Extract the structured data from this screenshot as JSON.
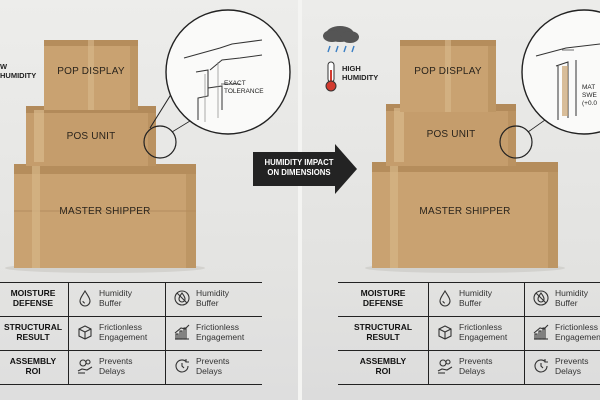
{
  "left": {
    "env_label": "W\nHUMIDITY",
    "boxes": {
      "top": "POP\nDISPLAY",
      "middle": "POS UNIT",
      "bottom": "MASTER SHIPPER"
    },
    "callout": "EXACT\nTOLERANCE"
  },
  "right": {
    "env_label": "HIGH\nHUMIDITY",
    "boxes": {
      "top": "POP\nDISPLAY",
      "middle": "POS UNIT",
      "bottom": "MASTER SHIPPER"
    },
    "callout": "MAT\nSWE\n(+0.0"
  },
  "transition": {
    "label": "HUMIDITY IMPACT\nON DIMENSIONS"
  },
  "table": {
    "rows": [
      {
        "header": "MOISTURE\nDEFENSE",
        "a": "Humidity\nBuffer",
        "b": "Humidity\nBuffer",
        "a_icon": "droplet-icon",
        "b_icon": "no-humidity-icon"
      },
      {
        "header": "STRUCTURAL\nRESULT",
        "a": "Frictionless\nEngagement",
        "b": "Frictionless\nEngagement",
        "a_icon": "cube-icon",
        "b_icon": "growth-chart-icon"
      },
      {
        "header": "ASSEMBLY\nROI",
        "a": "Prevents\nDelays",
        "b": "Prevents\nDelays",
        "a_icon": "gears-hand-icon",
        "b_icon": "refresh-clock-icon"
      }
    ]
  },
  "colors": {
    "cardboard": "#c9a271",
    "cardboard_dark": "#b58d5c",
    "tape": "#d9b98c",
    "arrow": "#232323"
  }
}
